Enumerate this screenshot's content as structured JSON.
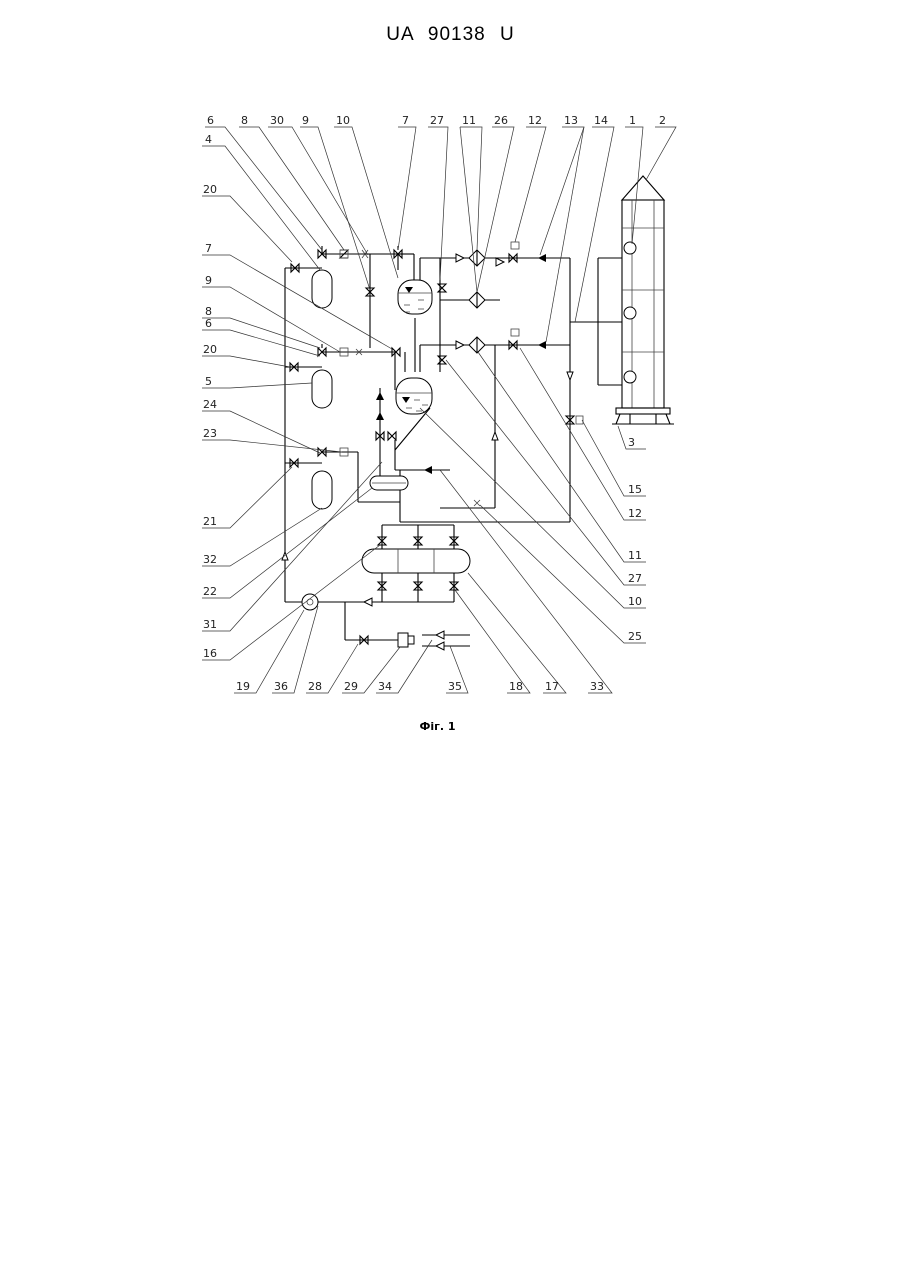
{
  "header": {
    "patent_number": "UA   90138   U"
  },
  "figure": {
    "caption": "Фіг. 1",
    "callouts": [
      "1",
      "2",
      "3",
      "4",
      "5",
      "6",
      "7",
      "8",
      "9",
      "10",
      "11",
      "12",
      "13",
      "14",
      "15",
      "16",
      "17",
      "18",
      "19",
      "20",
      "21",
      "22",
      "23",
      "24",
      "25",
      "26",
      "27",
      "28",
      "29",
      "30",
      "31",
      "32",
      "33",
      "34",
      "35",
      "36"
    ]
  },
  "colors": {
    "ink": "#000000",
    "paper": "#ffffff",
    "label": "#222222"
  }
}
